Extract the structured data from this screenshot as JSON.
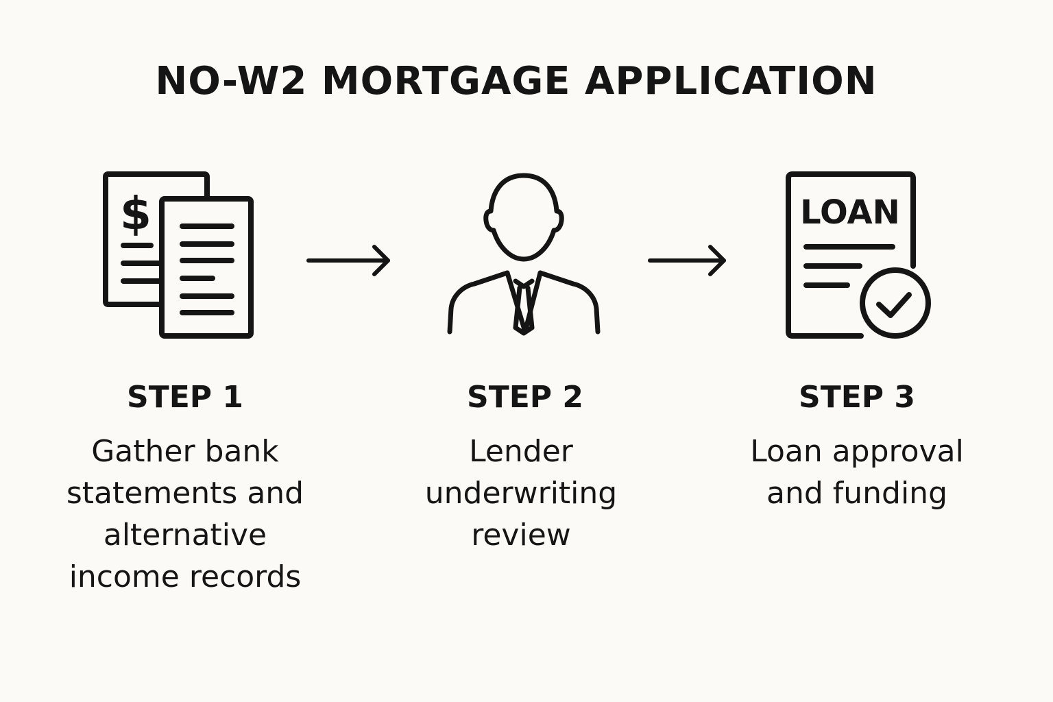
{
  "title": "NO-W2 MORTGAGE APPLICATION",
  "icons": {
    "step1": "documents-dollar-icon",
    "step2": "lender-person-icon",
    "step3": "loan-approved-document-icon",
    "arrow": "right-arrow-icon"
  },
  "step3_icon_text": "LOAN",
  "steps": [
    {
      "label": "STEP 1",
      "description": "Gather bank statements and alternative income records"
    },
    {
      "label": "STEP 2",
      "description": "Lender underwriting review"
    },
    {
      "label": "STEP 3",
      "description": "Loan approval and funding"
    }
  ],
  "colors": {
    "background": "#fbfaf6",
    "ink": "#151515"
  }
}
